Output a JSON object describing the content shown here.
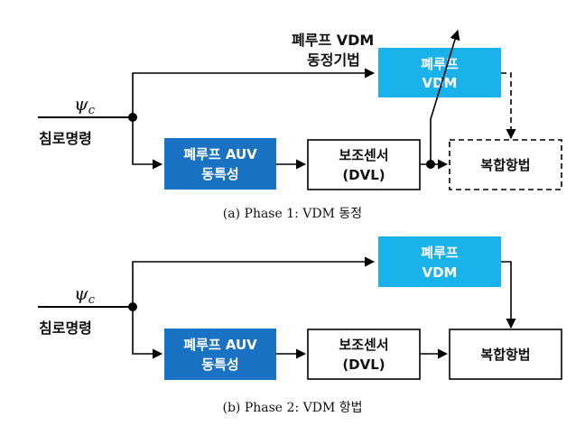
{
  "colors": {
    "vdm_box": "#1ab2ea",
    "auv_box": "#1a72c4",
    "line": "#000000"
  },
  "panel_a": {
    "input_symbol": "ψ",
    "input_subscript": "c",
    "input_label": "침로명령",
    "identify_label_line1": "폐루프 VDM",
    "identify_label_line2": "동정기법",
    "vdm_box_line1": "폐루프",
    "vdm_box_line2": "VDM",
    "auv_box_line1": "폐루프 AUV",
    "auv_box_line2": "동특성",
    "sensor_box_line1": "보조센서",
    "sensor_box_line2": "(DVL)",
    "nav_box": "복합항법",
    "caption": "(a) Phase 1: VDM 동정"
  },
  "panel_b": {
    "input_symbol": "ψ",
    "input_subscript": "c",
    "input_label": "침로명령",
    "vdm_box_line1": "폐루프",
    "vdm_box_line2": "VDM",
    "auv_box_line1": "폐루프 AUV",
    "auv_box_line2": "동특성",
    "sensor_box_line1": "보조센서",
    "sensor_box_line2": "(DVL)",
    "nav_box": "복합항법",
    "caption": "(b) Phase 2: VDM 항법"
  }
}
